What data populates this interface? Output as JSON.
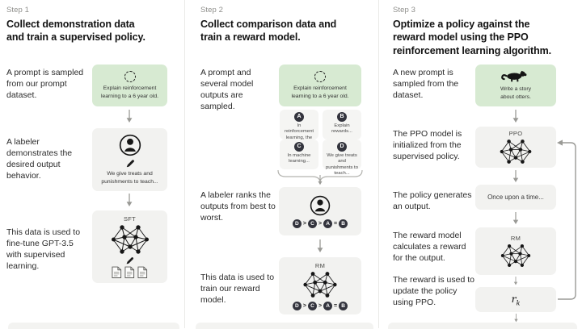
{
  "steps": [
    {
      "label": "Step 1",
      "heading": "Collect demonstration data\nand train a supervised policy.",
      "annotations": [
        "A prompt is sampled from our prompt dataset.",
        "A labeler demonstrates the desired output behavior.",
        "This data is used to fine-tune GPT-3.5 with supervised learning."
      ],
      "prompt_caption": "Explain reinforcement\nlearning to a 6 year old.",
      "labeler_caption": "We give treats and\npunishments to teach...",
      "model_label": "SFT"
    },
    {
      "label": "Step 2",
      "heading": "Collect comparison data and\ntrain a reward model.",
      "annotations": [
        "A prompt and several model outputs are sampled.",
        "A labeler ranks the outputs from best to worst.",
        "This data is used to train our reward model."
      ],
      "prompt_caption": "Explain reinforcement\nlearning to a 6 year old.",
      "outputs": [
        {
          "letter": "A",
          "text": "In reinforcement learning, the agent is..."
        },
        {
          "letter": "B",
          "text": "Explain rewards..."
        },
        {
          "letter": "C",
          "text": "In machine learning..."
        },
        {
          "letter": "D",
          "text": "We give treats and punishments to teach..."
        }
      ],
      "ranking": [
        "D",
        ">",
        "C",
        ">",
        "A",
        "=",
        "B"
      ],
      "model_label": "RM"
    },
    {
      "label": "Step 3",
      "heading": "Optimize a policy against the\nreward model using the PPO\nreinforcement learning algorithm.",
      "annotations": [
        "A new prompt is sampled from the dataset.",
        "The PPO model is initialized from the supervised policy.",
        "The policy generates an output.",
        "The reward model calculates a reward for the output.",
        "The reward is used to update the policy using PPO."
      ],
      "prompt_caption": "Write a story\nabout otters.",
      "ppo_label": "PPO",
      "output_text": "Once upon a time...",
      "rm_label": "RM",
      "reward_base": "r",
      "reward_sub": "k"
    }
  ],
  "colors": {
    "prompt_box_green": "#d7ead2",
    "diagram_box_gray": "#f2f2f0",
    "output_chip": "#f5f5f3",
    "letter_badge": "#33343d",
    "heading_text": "#121212",
    "step_label_gray": "#8f8f8c",
    "arrow_gray": "#9a9a96"
  }
}
